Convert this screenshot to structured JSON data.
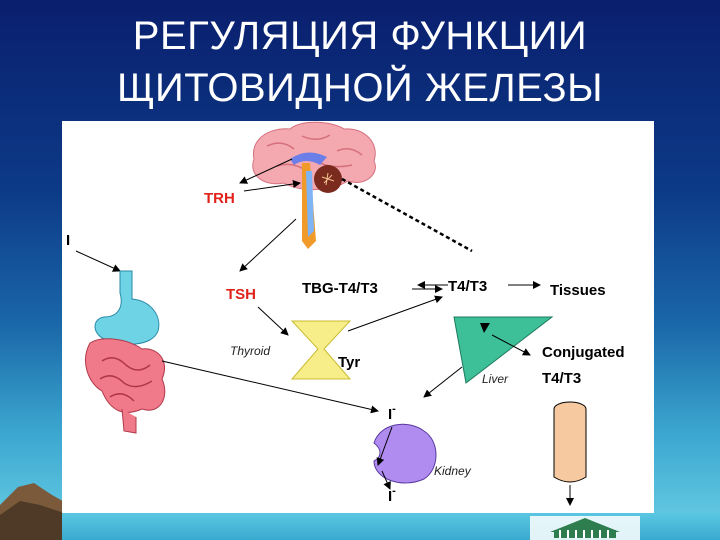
{
  "title": {
    "line1": "РЕГУЛЯЦИЯ ФУНКЦИИ",
    "line2": "ЩИТОВИДНОЙ ЖЕЛЕЗЫ"
  },
  "diagram": {
    "labels": {
      "trh": "TRH",
      "iodine_intake": "I",
      "tsh": "TSH",
      "tbg": "TBG-T4/T3",
      "t4t3": "T4/T3",
      "tissues": "Tissues",
      "thyroid": "Thyroid",
      "tyr": "Tyr",
      "liver": "Liver",
      "conjugated_line1": "Conjugated",
      "conjugated_line2": "T4/T3",
      "iodide_top": "I",
      "iodide_bottom": "I",
      "iodide_sup": "-",
      "kidney": "Kidney"
    },
    "colors": {
      "trh": "#e0221b",
      "tsh": "#e0221b",
      "brain": "#f4a9b0",
      "stomach": "#6fd3e6",
      "intestine": "#f07a8a",
      "thyroid": "#f7ee8a",
      "liver": "#3dbf98",
      "kidney": "#b18cf0",
      "tube": "#f6c9a0"
    }
  }
}
